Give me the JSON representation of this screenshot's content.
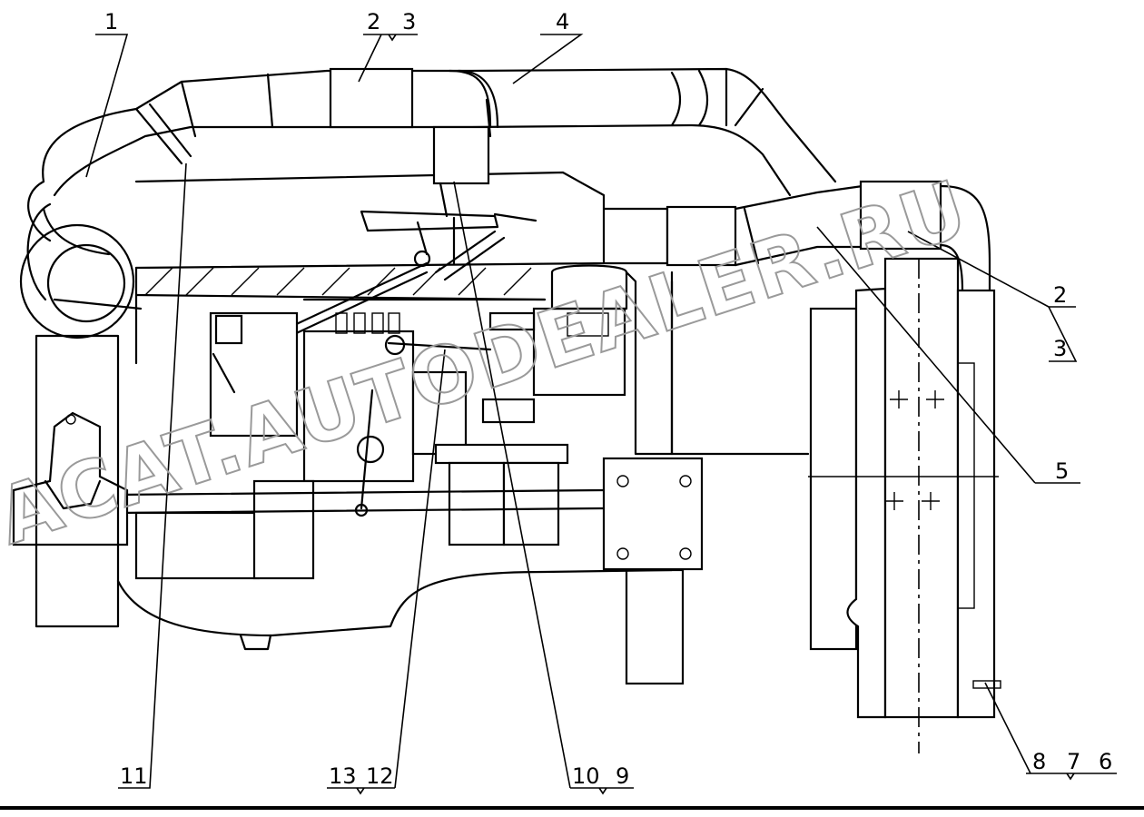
{
  "callouts": [
    {
      "id": "c1",
      "label": "1"
    },
    {
      "id": "c2",
      "label": "2"
    },
    {
      "id": "c3",
      "label": "3"
    },
    {
      "id": "c4",
      "label": "4"
    },
    {
      "id": "c2b",
      "label": "2"
    },
    {
      "id": "c3b",
      "label": "3"
    },
    {
      "id": "c5",
      "label": "5"
    },
    {
      "id": "c8",
      "label": "8"
    },
    {
      "id": "c7",
      "label": "7"
    },
    {
      "id": "c6",
      "label": "6"
    },
    {
      "id": "c10",
      "label": "10"
    },
    {
      "id": "c9",
      "label": "9"
    },
    {
      "id": "c13",
      "label": "13"
    },
    {
      "id": "c12",
      "label": "12"
    },
    {
      "id": "c11",
      "label": "11"
    }
  ],
  "watermark": {
    "text": "ACAT.AUTODEALER.RU"
  }
}
